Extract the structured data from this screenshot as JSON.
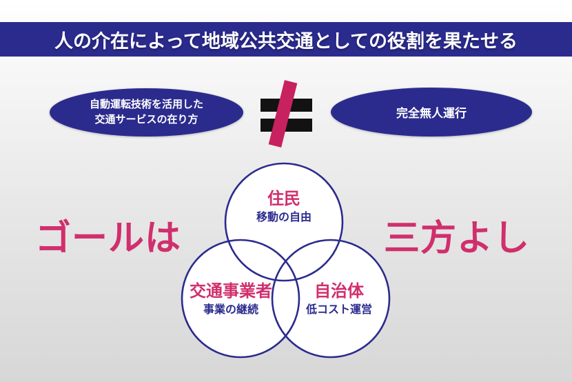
{
  "title": "人の介在によって地域公共交通としての役割を果たせる",
  "left_ellipse": {
    "line1": "自動運転技術を活用した",
    "line2": "交通サービスの在り方"
  },
  "right_ellipse": {
    "label": "完全無人運行"
  },
  "not_equal_icon": "≠",
  "goal_left": "ゴールは",
  "goal_right": "三方よし",
  "venn": {
    "circles": [
      {
        "title": "住民",
        "subtitle": "移動の自由"
      },
      {
        "title": "交通事業者",
        "subtitle": "事業の継続"
      },
      {
        "title": "自治体",
        "subtitle": "低コスト運営"
      }
    ]
  },
  "colors": {
    "navy": "#2b2b8e",
    "accent_pink": "#d02f6d",
    "slash_pink": "#c72160",
    "bar_black": "#121212",
    "background_top": "#ffffff",
    "background_bottom": "#d7d7d7"
  }
}
